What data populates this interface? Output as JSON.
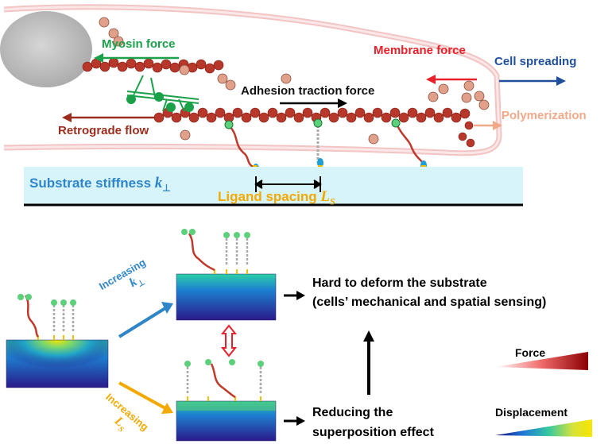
{
  "top_panel": {
    "myosin_force": "Myosin force",
    "membrane_force": "Membrane force",
    "cell_spreading": "Cell spreading",
    "adhesion_traction": "Adhesion traction force",
    "retrograde_flow": "Retrograde flow",
    "polymerization": "Polymerization",
    "substrate_stiffness": "Substrate stiffness ",
    "substrate_symbol": "k",
    "substrate_subscript": "⊥",
    "ligand_spacing": "Ligand spacing ",
    "ligand_symbol": "L",
    "ligand_subscript": "S"
  },
  "bottom_panel": {
    "increasing_k_word": "Increasing",
    "increasing_k_symbol": "k",
    "increasing_k_subscript": "⊥",
    "increasing_l_word": "Increasing",
    "increasing_l_symbol": "L",
    "increasing_l_subscript": "S",
    "result_line1": "Hard to deform the substrate",
    "result_line2": "(cells’ mechanical and spatial sensing)",
    "reducing_line1": "Reducing the",
    "reducing_line2": "superposition effect"
  },
  "legend": {
    "force_label": "Force",
    "displacement_label": "Displacement"
  },
  "colors": {
    "myosin_green": "#1aa14a",
    "membrane_red": "#e8202a",
    "spreading_blue": "#1f4e9c",
    "retrograde_brown": "#9b2d1f",
    "polymerization_peach": "#f2a98a",
    "substrate_blue": "#2e86c8",
    "ligand_orange": "#f2a900",
    "actin_red": "#c0392b"
  }
}
